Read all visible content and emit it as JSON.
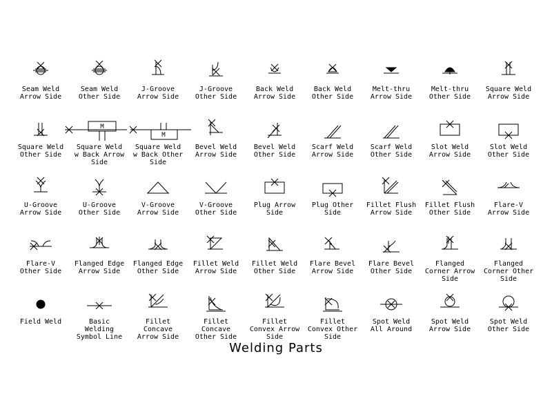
{
  "title": "Welding Parts",
  "symbols": [
    {
      "label": "Seam Weld\nArrow Side",
      "icon": "seam-weld-arrow-icon"
    },
    {
      "label": "Seam Weld\nOther Side",
      "icon": "seam-weld-other-icon"
    },
    {
      "label": "J-Groove\nArrow Side",
      "icon": "j-groove-arrow-icon"
    },
    {
      "label": "J-Groove\nOther Side",
      "icon": "j-groove-other-icon"
    },
    {
      "label": "Back Weld\nArrow Side",
      "icon": "back-weld-arrow-icon"
    },
    {
      "label": "Back Weld\nOther Side",
      "icon": "back-weld-other-icon"
    },
    {
      "label": "Melt-thru\nArrow Side",
      "icon": "melt-thru-arrow-icon"
    },
    {
      "label": "Melt-thru\nOther Side",
      "icon": "melt-thru-other-icon"
    },
    {
      "label": "Square Weld\nArrow Side",
      "icon": "square-weld-arrow-icon"
    },
    {
      "label": "Square Weld\nOther Side",
      "icon": "square-weld-other-icon"
    },
    {
      "label": "Square Weld\nw Back Arrow\nSide",
      "icon": "square-weld-back-arrow-icon",
      "box_text": "M"
    },
    {
      "label": "Square Weld\nw Back Other\nSide",
      "icon": "square-weld-back-other-icon",
      "box_text": "M"
    },
    {
      "label": "Bevel Weld\nArrow Side",
      "icon": "bevel-weld-arrow-icon"
    },
    {
      "label": "Bevel Weld\nOther Side",
      "icon": "bevel-weld-other-icon"
    },
    {
      "label": "Scarf Weld\nArrow Side",
      "icon": "scarf-weld-arrow-icon"
    },
    {
      "label": "Scarf Weld\nOther Side",
      "icon": "scarf-weld-other-icon"
    },
    {
      "label": "Slot Weld\nArrow Side",
      "icon": "slot-weld-arrow-icon"
    },
    {
      "label": "Slot Weld\nOther Side",
      "icon": "slot-weld-other-icon"
    },
    {
      "label": "U-Groove\nArrow Side",
      "icon": "u-groove-arrow-icon"
    },
    {
      "label": "U-Groove\nOther Side",
      "icon": "u-groove-other-icon"
    },
    {
      "label": "V-Groove\nArrow Side",
      "icon": "v-groove-arrow-icon"
    },
    {
      "label": "V-Groove\nOther Side",
      "icon": "v-groove-other-icon"
    },
    {
      "label": "Plug Arrow\nSide",
      "icon": "plug-arrow-icon"
    },
    {
      "label": "Plug Other\nSide",
      "icon": "plug-other-icon"
    },
    {
      "label": "Fillet Flush\nArrow Side",
      "icon": "fillet-flush-arrow-icon"
    },
    {
      "label": "Fillet Flush\nOther Side",
      "icon": "fillet-flush-other-icon"
    },
    {
      "label": "Flare-V\nArrow Side",
      "icon": "flare-v-arrow-icon"
    },
    {
      "label": "Flare-V\nOther Side",
      "icon": "flare-v-other-icon"
    },
    {
      "label": "Flanged Edge\nArrow Side",
      "icon": "flanged-edge-arrow-icon"
    },
    {
      "label": "Flanged Edge\nOther Side",
      "icon": "flanged-edge-other-icon"
    },
    {
      "label": "Fillet Weld\nArrow Side",
      "icon": "fillet-weld-arrow-icon"
    },
    {
      "label": "Fillet Weld\nOther Side",
      "icon": "fillet-weld-other-icon"
    },
    {
      "label": "Flare Bevel\nArrow Side",
      "icon": "flare-bevel-arrow-icon"
    },
    {
      "label": "Flare Bevel\nOther Side",
      "icon": "flare-bevel-other-icon"
    },
    {
      "label": "Flanged\nCorner Arrow\nSide",
      "icon": "flanged-corner-arrow-icon"
    },
    {
      "label": "Flanged\nCorner Other\nSide",
      "icon": "flanged-corner-other-icon"
    },
    {
      "label": "Field Weld",
      "icon": "field-weld-icon"
    },
    {
      "label": "Basic\nWelding\nSymbol Line",
      "icon": "basic-welding-line-icon"
    },
    {
      "label": "Fillet\nConcave\nArrow Side",
      "icon": "fillet-concave-arrow-icon"
    },
    {
      "label": "Fillet\nConcave\nOther Side",
      "icon": "fillet-concave-other-icon"
    },
    {
      "label": "Fillet\nConvex Arrow\nSide",
      "icon": "fillet-convex-arrow-icon"
    },
    {
      "label": "Fillet\nConvex Other\nSide",
      "icon": "fillet-convex-other-icon"
    },
    {
      "label": "Spot Weld\nAll Around",
      "icon": "spot-weld-all-around-icon"
    },
    {
      "label": "Spot Weld\nArrow Side",
      "icon": "spot-weld-arrow-icon"
    },
    {
      "label": "Spot Weld\nOther Side",
      "icon": "spot-weld-other-icon"
    }
  ]
}
